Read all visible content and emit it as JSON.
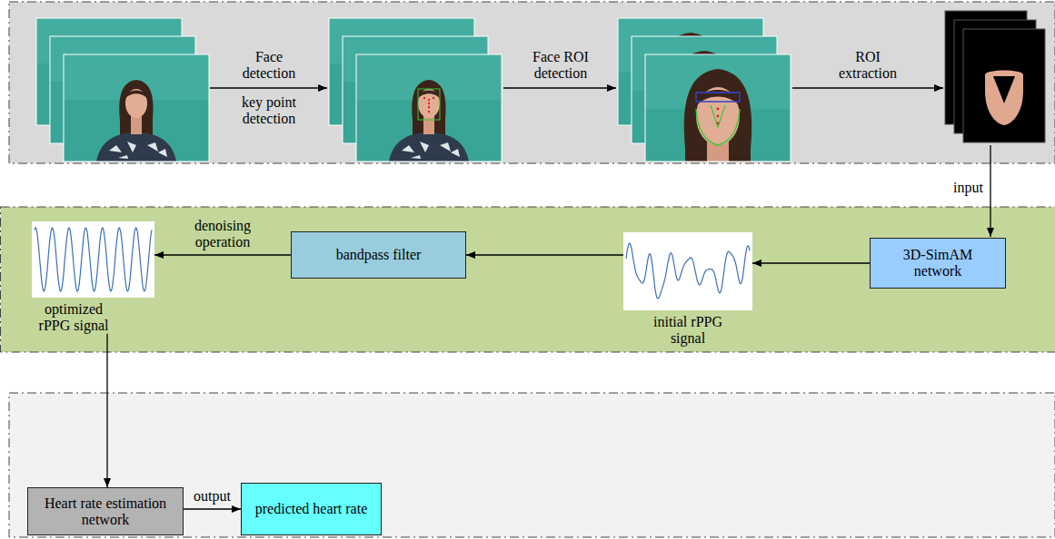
{
  "diagram": {
    "nodes": [
      {
        "text": [
          "3D-SimAM network"
        ]
      },
      {
        "text": [
          "initial rPPG signal"
        ]
      },
      {
        "text": [
          "bandpass filter"
        ]
      },
      {
        "text": [
          "optimized rPPG signal"
        ]
      },
      {
        "text": [
          "Heart rate estimation network"
        ]
      },
      {
        "text": [
          "predicted heart rate"
        ]
      }
    ],
    "edges": [
      {
        "from": 0,
        "to": 1,
        "arrow": "to"
      },
      {
        "from": 1,
        "to": 2,
        "arrow": "to"
      },
      {
        "from": 2,
        "to": 3,
        "label": "denoising operation",
        "arrow": "to"
      },
      {
        "from": 3,
        "to": 4,
        "arrow": "to"
      },
      {
        "from": 4,
        "to": 5,
        "label": "output",
        "arrow": "to"
      }
    ],
    "labels": [
      "Face detection",
      "key point detection",
      "Face ROI detection",
      "ROI extraction",
      "input"
    ]
  }
}
